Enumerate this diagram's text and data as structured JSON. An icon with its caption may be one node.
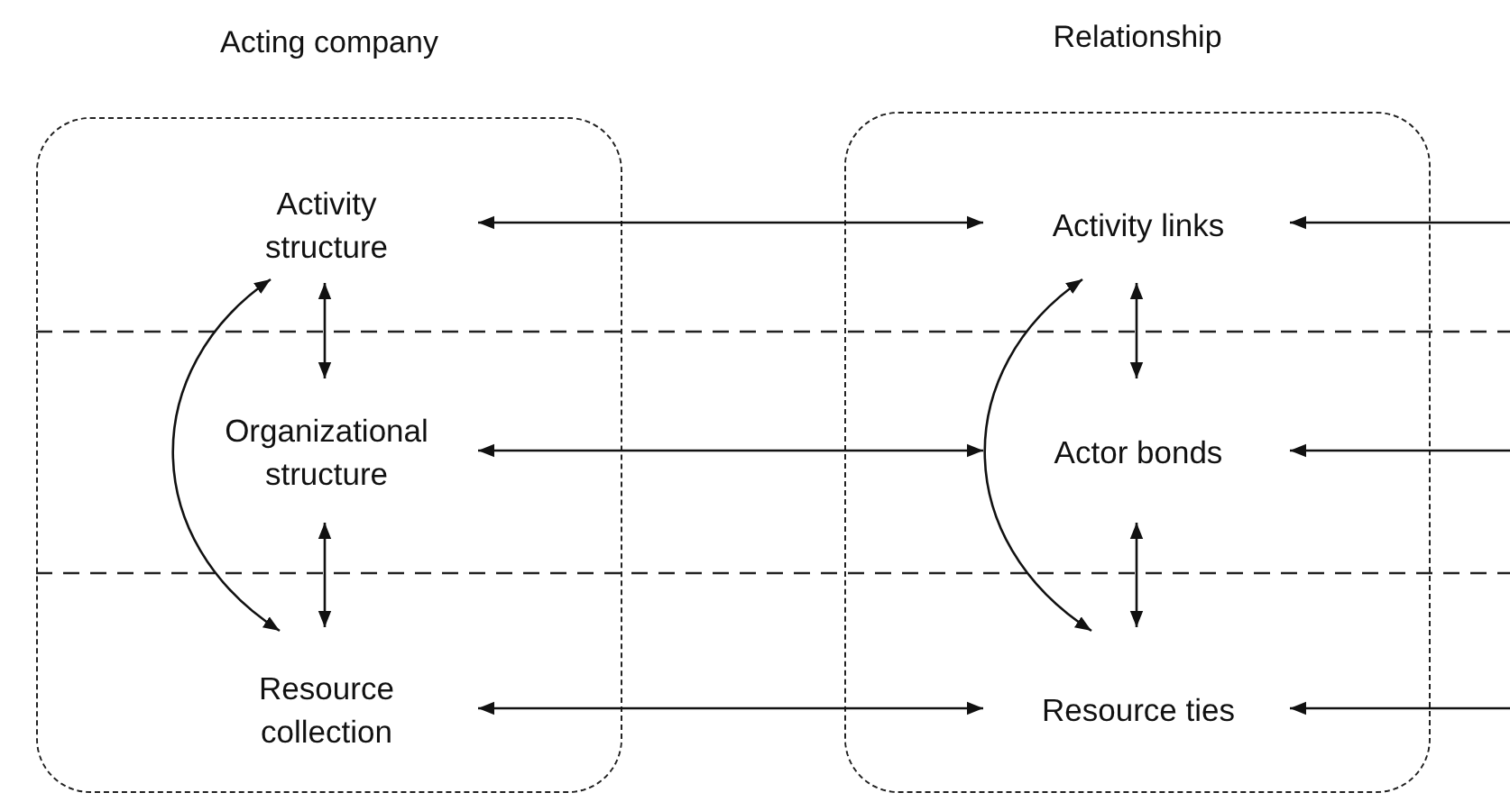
{
  "diagram": {
    "nodes": [
      {
        "text": [
          "Acting company"
        ]
      },
      {
        "text": [
          "Relationship"
        ]
      },
      {
        "text": [
          "Activity structure"
        ],
        "in": 0
      },
      {
        "text": [
          "Organizational structure"
        ],
        "in": 0
      },
      {
        "text": [
          "Resource collection"
        ],
        "in": 0
      },
      {
        "text": [
          "Activity links"
        ],
        "in": 1
      },
      {
        "text": [
          "Actor bonds"
        ],
        "in": 1
      },
      {
        "text": [
          "Resource ties"
        ],
        "in": 1
      }
    ],
    "edges": [
      {
        "from": 2,
        "to": 5,
        "arrow": "both"
      },
      {
        "from": 3,
        "to": 6,
        "arrow": "both"
      },
      {
        "from": 4,
        "to": 7,
        "arrow": "both"
      },
      {
        "from": 2,
        "to": 3,
        "arrow": "both"
      },
      {
        "from": 3,
        "to": 4,
        "arrow": "both"
      },
      {
        "from": 2,
        "to": 4,
        "arrow": "both"
      },
      {
        "from": 5,
        "to": 6,
        "arrow": "both"
      },
      {
        "from": 6,
        "to": 7,
        "arrow": "both"
      },
      {
        "from": 5,
        "to": 7,
        "arrow": "both"
      },
      {
        "from": null,
        "to": 5,
        "arrow": "to"
      },
      {
        "from": null,
        "to": 6,
        "arrow": "to"
      },
      {
        "from": null,
        "to": 7,
        "arrow": "to"
      }
    ]
  }
}
